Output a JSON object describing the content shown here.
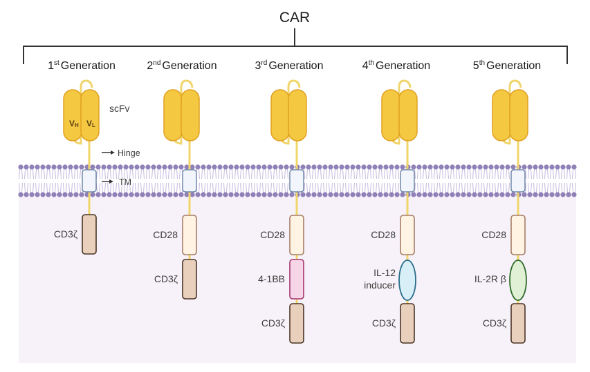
{
  "title": "CAR",
  "generations": [
    {
      "num": "1",
      "suffix": "st",
      "label": "Generation",
      "domains": [
        {
          "name": "CD3ζ",
          "shape": "rect",
          "type": "cd3z"
        }
      ]
    },
    {
      "num": "2",
      "suffix": "nd",
      "label": "Generation",
      "domains": [
        {
          "name": "CD28",
          "shape": "rect",
          "type": "cd28"
        },
        {
          "name": "CD3ζ",
          "shape": "rect",
          "type": "cd3z"
        }
      ]
    },
    {
      "num": "3",
      "suffix": "rd",
      "label": "Generation",
      "domains": [
        {
          "name": "CD28",
          "shape": "rect",
          "type": "cd28"
        },
        {
          "name": "4-1BB",
          "shape": "rect",
          "type": "4-1bb"
        },
        {
          "name": "CD3ζ",
          "shape": "rect",
          "type": "cd3z"
        }
      ]
    },
    {
      "num": "4",
      "suffix": "th",
      "label": "Generation",
      "domains": [
        {
          "name": "CD28",
          "shape": "rect",
          "type": "cd28"
        },
        {
          "name": "IL-12\ninducer",
          "shape": "ellipse",
          "type": "il12"
        },
        {
          "name": "CD3ζ",
          "shape": "rect",
          "type": "cd3z"
        }
      ]
    },
    {
      "num": "5",
      "suffix": "th",
      "label": "Generation",
      "domains": [
        {
          "name": "CD28",
          "shape": "rect",
          "type": "cd28"
        },
        {
          "name": "IL-2R β",
          "shape": "ellipse",
          "type": "il2rb"
        },
        {
          "name": "CD3ζ",
          "shape": "rect",
          "type": "cd3z"
        }
      ]
    }
  ],
  "annotations": {
    "scfv": "scFv",
    "hinge": "Hinge",
    "tm": "TM",
    "vh": "V",
    "vh_sub": "H",
    "vl": "V",
    "vl_sub": "L"
  },
  "colors": {
    "scfv_fill": "#f5c842",
    "scfv_stroke": "#e0a020",
    "linker": "#f0d56a",
    "membrane_head": "#8f80b8",
    "membrane_tail": "#c4b8dc",
    "cytoplasm": "#f7f2f9",
    "tm_fill": "#f2f5fb",
    "tm_stroke": "#6f86aa",
    "cd3z_fill": "#e8d0bd",
    "cd3z_stroke": "#4a3426",
    "cd28_fill": "#fff3e3",
    "cd28_stroke": "#a67c66",
    "4-1bb_fill": "#f6d5e6",
    "4-1bb_stroke": "#a5356d",
    "il12_fill": "#d8eff8",
    "il12_stroke": "#2a6e8a",
    "il2rb_fill": "#dff0d5",
    "il2rb_stroke": "#2e6b2a"
  }
}
